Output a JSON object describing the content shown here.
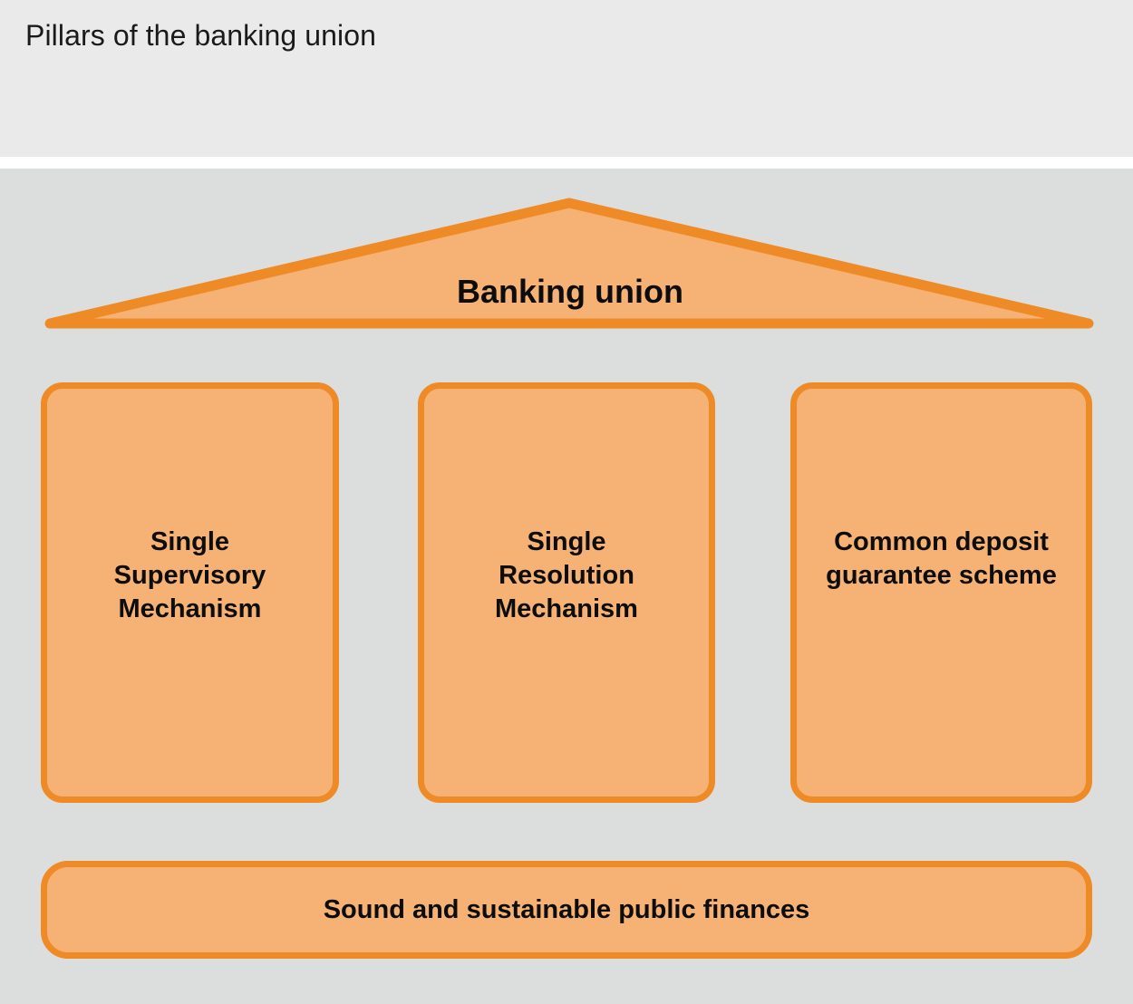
{
  "header": {
    "title": "Pillars of the banking union",
    "background_color": "#EAEAEA"
  },
  "diagram": {
    "background_color": "#DCDEDD",
    "accent_fill": "#F5B274",
    "accent_stroke": "#EF8B27",
    "roof": {
      "label": "Banking union",
      "shape": "triangle-pediment"
    },
    "pillars": [
      {
        "id": "single-supervisory-mechanism",
        "lines": [
          "Single",
          "Supervisory",
          "Mechanism"
        ]
      },
      {
        "id": "single-resolution-mechanism",
        "lines": [
          "Single",
          "Resolution",
          "Mechanism"
        ]
      },
      {
        "id": "common-deposit-guarantee-scheme",
        "lines": [
          "Common deposit",
          "guarantee scheme"
        ]
      }
    ],
    "foundation": {
      "id": "sound-and-sustainable-public-finances",
      "label": "Sound and sustainable public finances"
    }
  }
}
